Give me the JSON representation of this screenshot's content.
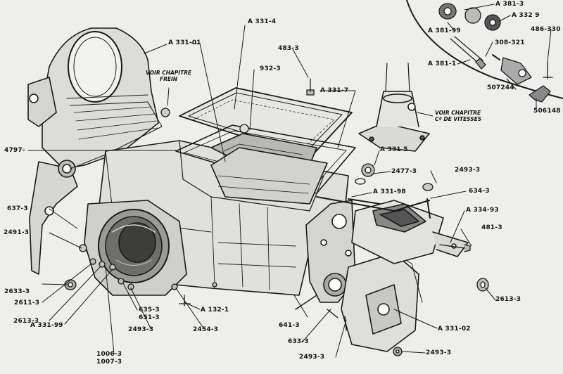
{
  "notes": {
    "frein_line1": "VOIR CHAPITRE",
    "frein_line2": "FREIN",
    "vitesses_line1": "VOIR CHAPITRE",
    "vitesses_line2": "Cª DE VITESSES"
  },
  "parts": {
    "a331_01": "A 331-01",
    "a331_4": "A 331-4",
    "s483_3": "483-3",
    "s932_3": "932-3",
    "a331_7": "A 331-7",
    "s4797": "4797-",
    "a331_5": "A 331 5",
    "s2477_3": "2477-3",
    "s2493_3_r1": "2493-3",
    "a331_98": "A 331-98",
    "s634_3": "634-3",
    "s637_3": "637-3",
    "a334_93": "A 334-93",
    "s481_3": "481-3",
    "s2491_3": "2491-3",
    "s2633_3": "2633-3",
    "s2611_3": "2611-3",
    "s2613_3_l": "2613-3",
    "s2613_3_r": "2613-3",
    "s635_3": "635-3",
    "s651_3": "651-3",
    "a132_1": "A 132-1",
    "a331_99": "A 331-99",
    "s2493_3_b1": "2493-3",
    "s2454_3": "2454-3",
    "s641_3": "641-3",
    "s633_3": "633-3",
    "a331_02": "A 331-02",
    "s1006_3": "1006-3",
    "s1007_3": "1007-3",
    "s2493_3_b2": "2493-3",
    "s2493_3_b3": "2493-3"
  },
  "inset": {
    "a381_3": "A 381-3",
    "a332_9": "A 332 9",
    "a381_99": "A 381-99",
    "s486_330": "486-330",
    "s308_321": "308-321",
    "a381_1": "A 381-1",
    "s507244": "507244",
    "s506148": "506148"
  }
}
